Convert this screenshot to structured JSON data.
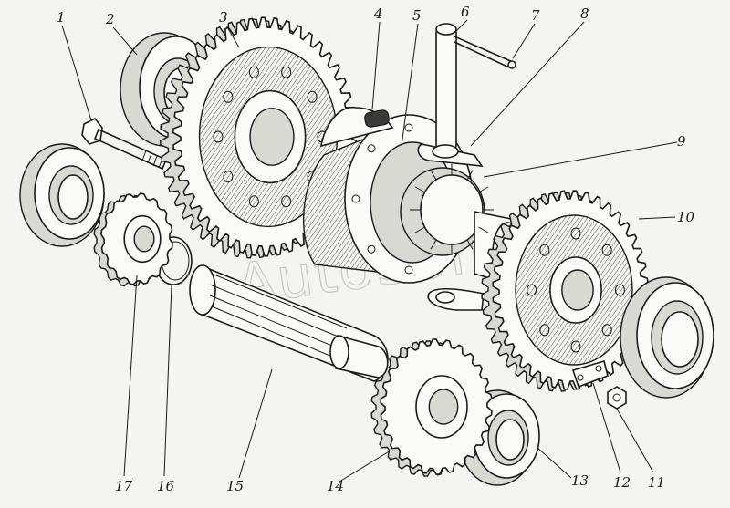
{
  "watermark": "AutoSoft",
  "callouts": [
    {
      "id": "c1",
      "label": "1"
    },
    {
      "id": "c2",
      "label": "2"
    },
    {
      "id": "c3",
      "label": "3"
    },
    {
      "id": "c4",
      "label": "4"
    },
    {
      "id": "c5",
      "label": "5"
    },
    {
      "id": "c6",
      "label": "6"
    },
    {
      "id": "c7",
      "label": "7"
    },
    {
      "id": "c8",
      "label": "8"
    },
    {
      "id": "c9",
      "label": "9"
    },
    {
      "id": "c10",
      "label": "10"
    },
    {
      "id": "c11",
      "label": "11"
    },
    {
      "id": "c12",
      "label": "12"
    },
    {
      "id": "c13",
      "label": "13"
    },
    {
      "id": "c14",
      "label": "14"
    },
    {
      "id": "c15",
      "label": "15"
    },
    {
      "id": "c16",
      "label": "16"
    },
    {
      "id": "c17",
      "label": "17"
    }
  ]
}
